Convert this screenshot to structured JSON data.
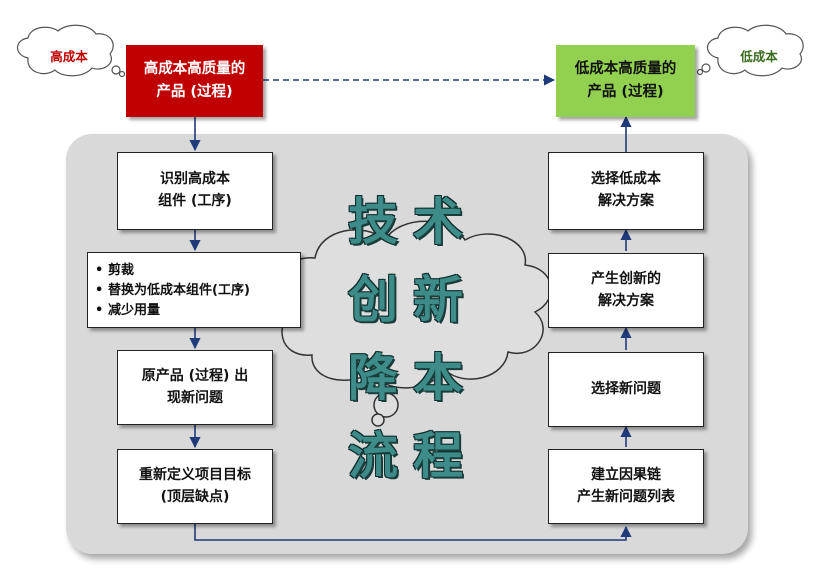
{
  "clouds": {
    "left_label": "高成本",
    "right_label": "低成本"
  },
  "top": {
    "left_box": "高成本高质量的\n产品 (过程)",
    "right_box": "低成本高质量的\n产品 (过程)"
  },
  "left_column": {
    "step1": "识别高成本\n组件 (工序)",
    "bullets": [
      "剪裁",
      "替换为低成本组件(工序)",
      "减少用量"
    ],
    "bullet_symbol": "•",
    "step3": "原产品 (过程) 出\n现新问题",
    "step4": "重新定义项目目标\n(顶层缺点)"
  },
  "right_column": {
    "step1": "建立因果链\n产生新问题列表",
    "step2": "选择新问题",
    "step3": "产生创新的\n解决方案",
    "step4": "选择低成本\n解决方案"
  },
  "center_title": [
    "技",
    "术",
    "创",
    "新",
    "降",
    "本",
    "流",
    "程"
  ],
  "colors": {
    "red": "#c00000",
    "green": "#92d050",
    "panel": "#d9d9d9",
    "arrow": "#1f3b7a",
    "title": "#3d8c8a"
  }
}
